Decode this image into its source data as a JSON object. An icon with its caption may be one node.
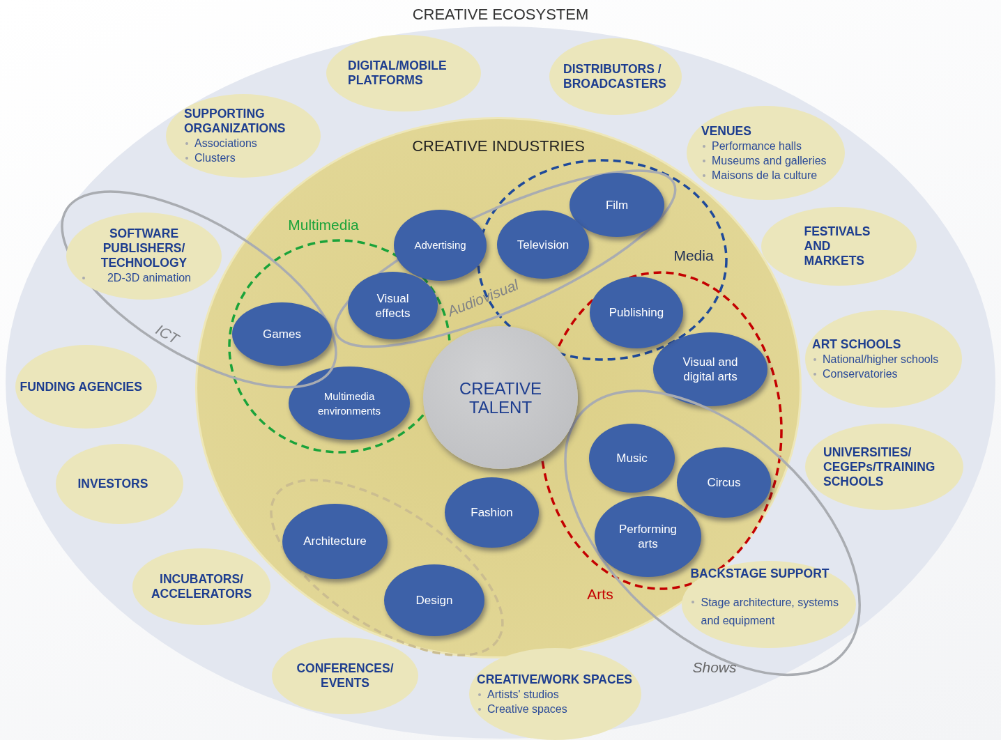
{
  "diagram": {
    "nodes": [
      {
        "text": [
          "CREATIVE ECOSYSTEM"
        ]
      },
      {
        "text": [
          "CREATIVE INDUSTRIES"
        ],
        "in": 0
      },
      {
        "text": [
          "ICT"
        ],
        "in": 0
      },
      {
        "text": [
          "Shows"
        ],
        "in": 0
      },
      {
        "text": [
          "DIGITAL/MOBILE PLATFORMS"
        ],
        "in": 0
      },
      {
        "text": [
          "DISTRIBUTORS / BROADCASTERS"
        ],
        "in": 0
      },
      {
        "text": [
          "SUPPORTING ORGANIZATIONS",
          "Associations",
          "Clusters"
        ],
        "in": 0
      },
      {
        "text": [
          "VENUES",
          "Performance halls",
          "Museums and galleries",
          "Maisons de la culture"
        ],
        "in": 0
      },
      {
        "text": [
          "SOFTWARE PUBLISHERS/ TECHNOLOGY",
          "2D-3D animation"
        ],
        "in": 2
      },
      {
        "text": [
          "FESTIVALS AND MARKETS"
        ],
        "in": 0
      },
      {
        "text": [
          "FUNDING AGENCIES"
        ],
        "in": 0
      },
      {
        "text": [
          "ART SCHOOLS",
          "National/higher schools",
          "Conservatories"
        ],
        "in": 0
      },
      {
        "text": [
          "UNIVERSITIES/ CEGEPs/TRAINING SCHOOLS"
        ],
        "in": 0
      },
      {
        "text": [
          "INVESTORS"
        ],
        "in": 0
      },
      {
        "text": [
          "INCUBATORS/ ACCELERATORS"
        ],
        "in": 0
      },
      {
        "text": [
          "BACKSTAGE SUPPORT",
          "Stage architecture, systems and equipment"
        ],
        "in": 3
      },
      {
        "text": [
          "CONFERENCES/ EVENTS"
        ],
        "in": 0
      },
      {
        "text": [
          "CREATIVE/WORK SPACES",
          "Artists' studios",
          "Creative spaces"
        ],
        "in": 0
      },
      {
        "text": [
          "Multimedia"
        ],
        "in": 1
      },
      {
        "text": [
          "Media"
        ],
        "in": 1
      },
      {
        "text": [
          "Arts"
        ],
        "in": 1
      },
      {
        "text": [
          "Audiovisual"
        ],
        "in": 1
      },
      {
        "text": [],
        "shape": "ellipse",
        "in": 1
      },
      {
        "text": [
          "Film"
        ]
      },
      {
        "text": [
          "Advertising"
        ],
        "in": 21
      },
      {
        "text": [
          "Television"
        ]
      },
      {
        "text": [
          "Visual effects"
        ]
      },
      {
        "text": [
          "Publishing"
        ]
      },
      {
        "text": [
          "Games"
        ]
      },
      {
        "text": [
          "Visual and digital arts"
        ],
        "in": 20
      },
      {
        "text": [
          "CREATIVE TALENT"
        ],
        "in": 1
      },
      {
        "text": [
          "Multimedia environments"
        ],
        "in": 18
      },
      {
        "text": [
          "Music"
        ]
      },
      {
        "text": [
          "Circus"
        ]
      },
      {
        "text": [
          "Fashion"
        ],
        "in": 1
      },
      {
        "text": [
          "Architecture"
        ],
        "in": 22
      },
      {
        "text": [
          "Performing arts"
        ]
      },
      {
        "text": [
          "Design"
        ],
        "in": 22
      }
    ]
  }
}
